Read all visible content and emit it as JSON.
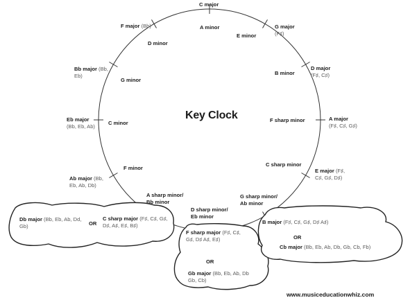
{
  "title": "Key Clock",
  "website": "www.musiceducationwhiz.com",
  "or_label": "OR",
  "positions": [
    {
      "major": "C major",
      "sig": "",
      "minor": "A minor"
    },
    {
      "major": "G major",
      "sig": "(F♯)",
      "minor": "E minor"
    },
    {
      "major": "D major",
      "sig": "(F♯, C♯)",
      "minor": "B minor"
    },
    {
      "major": "A major",
      "sig": "(F♯, C♯, G♯)",
      "minor": "F sharp minor"
    },
    {
      "major": "E major",
      "sig": "(F♯, C♯, G♯, D♯)",
      "minor": "C sharp minor"
    },
    {
      "major": "B major",
      "sig": "(F♯, C♯, G♯, D♯ A♯)",
      "minor": "G sharp minor/ Ab minor"
    },
    {
      "major": "F sharp major",
      "sig": "(F♯, C♯, G♯, D♯ A♯, E♯)",
      "minor": "D sharp minor/ Eb minor"
    },
    {
      "major": "C sharp major",
      "sig": "(F♯, C♯, G♯, D♯, A♯, E♯, B♯)",
      "minor": "A sharp minor/ Bb minor"
    },
    {
      "major": "Ab major",
      "sig": "(Bb, Eb, Ab, Db)",
      "minor": "F minor"
    },
    {
      "major": "Eb major",
      "sig": "(Bb, Eb, Ab)",
      "minor": "C minor"
    },
    {
      "major": "Bb major",
      "sig": "(Bb, Eb)",
      "minor": "G minor"
    },
    {
      "major": "F major",
      "sig": "(Bb)",
      "minor": "D minor"
    }
  ],
  "enharmonic": {
    "cb_major": "Cb major",
    "cb_sig": "(Bb, Eb, Ab, Db, Gb, Cb, Fb)",
    "gb_major": "Gb major",
    "gb_sig": "(Bb, Eb, Ab, Db Gb, Cb)",
    "db_major": "Db major",
    "db_sig": "(Bb, Eb, Ab, Dd, Gb)"
  }
}
